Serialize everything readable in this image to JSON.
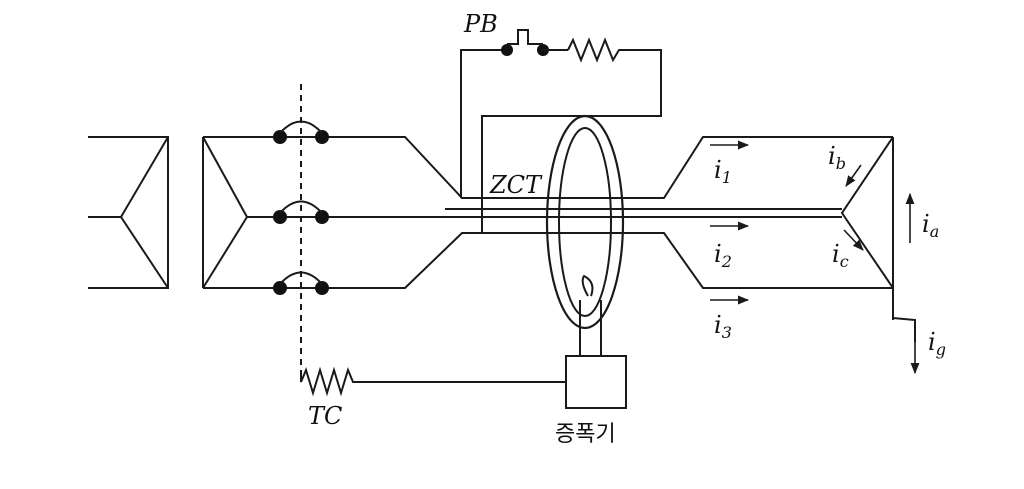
{
  "diagram": {
    "labels": {
      "pb": "PB",
      "zct": "ZCT",
      "tc": "TC",
      "amplifier": "증폭기"
    },
    "currents": {
      "i1": {
        "base": "i",
        "sub": "1"
      },
      "i2": {
        "base": "i",
        "sub": "2"
      },
      "i3": {
        "base": "i",
        "sub": "3"
      },
      "ia": {
        "base": "i",
        "sub": "a"
      },
      "ib": {
        "base": "i",
        "sub": "b"
      },
      "ic": {
        "base": "i",
        "sub": "c"
      },
      "ig": {
        "base": "i",
        "sub": "g"
      }
    },
    "colors": {
      "line": "#1a1a1a",
      "background": "#ffffff"
    }
  }
}
